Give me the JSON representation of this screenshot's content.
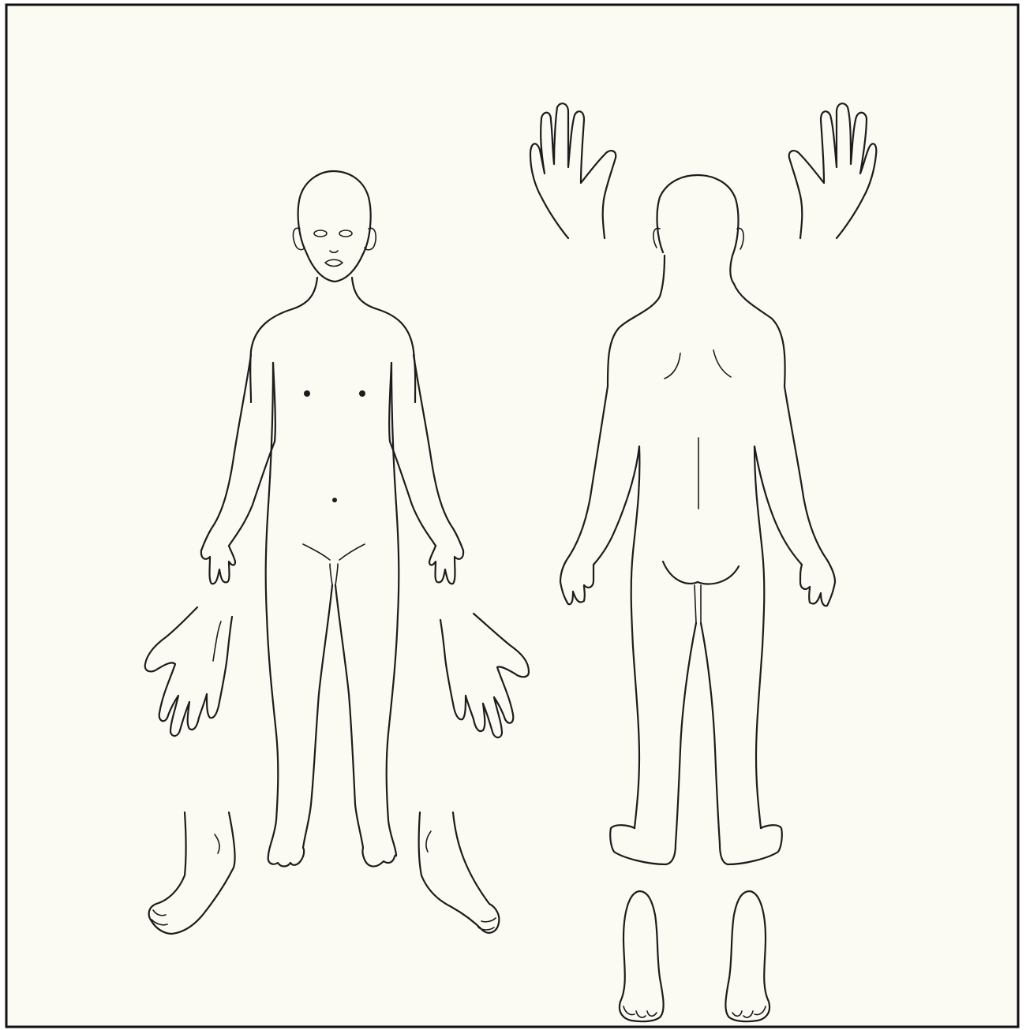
{
  "colors": {
    "paper": "#fcfbf3",
    "frame": "#111111",
    "ink": "#1c1c1c"
  },
  "figures": [
    {
      "name": "front-view",
      "view": "anterior"
    },
    {
      "name": "back-view",
      "view": "posterior"
    }
  ],
  "extremity_views": [
    "back-of-right-hand",
    "back-of-left-hand",
    "palm-left",
    "palm-right",
    "foot-side-left",
    "foot-side-right",
    "sole-left",
    "sole-right"
  ]
}
